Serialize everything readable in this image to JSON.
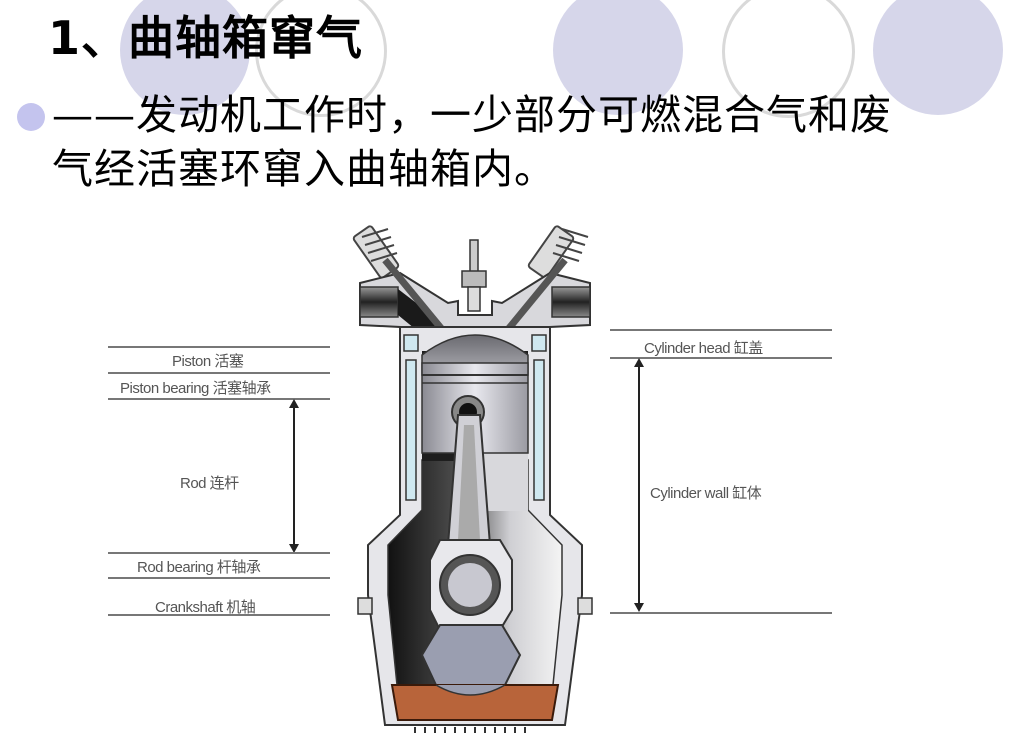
{
  "slide": {
    "title": "1、曲轴箱窜气",
    "body_line1": "——发动机工作时，一少部分可燃混合气和废",
    "body_line2": "气经活塞环窜入曲轴箱内。"
  },
  "colors": {
    "circle_fill": "#d6d6ea",
    "circle_outline": "#d9d9d9",
    "bullet": "#c4c4ee",
    "oil": "#b8643a",
    "coolant": "#cfe8f0"
  },
  "diagram": {
    "left_labels": {
      "piston": "Piston 活塞",
      "piston_bearing": "Piston bearing 活塞轴承",
      "rod": "Rod 连杆",
      "rod_bearing": "Rod bearing 杆轴承",
      "crankshaft": "Crankshaft 机轴"
    },
    "right_labels": {
      "cylinder_head": "Cylinder head 缸盖",
      "cylinder_wall": "Cylinder wall 缸体"
    }
  }
}
